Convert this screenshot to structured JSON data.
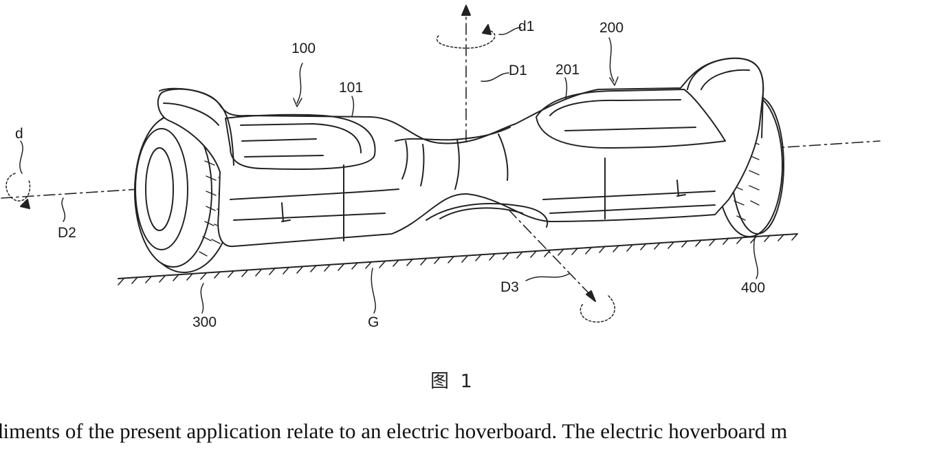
{
  "figure": {
    "labels": {
      "l100": "100",
      "l101": "101",
      "l200": "200",
      "l201": "201",
      "l300": "300",
      "l400": "400",
      "ld": "d",
      "ld1": "d1",
      "lD1": "D1",
      "lD2": "D2",
      "lD3": "D3",
      "lG": "G"
    },
    "caption": "图 1"
  },
  "text": {
    "paragraph": "bodiments of the present application relate to an electric hoverboard. The electric hoverboard m"
  }
}
